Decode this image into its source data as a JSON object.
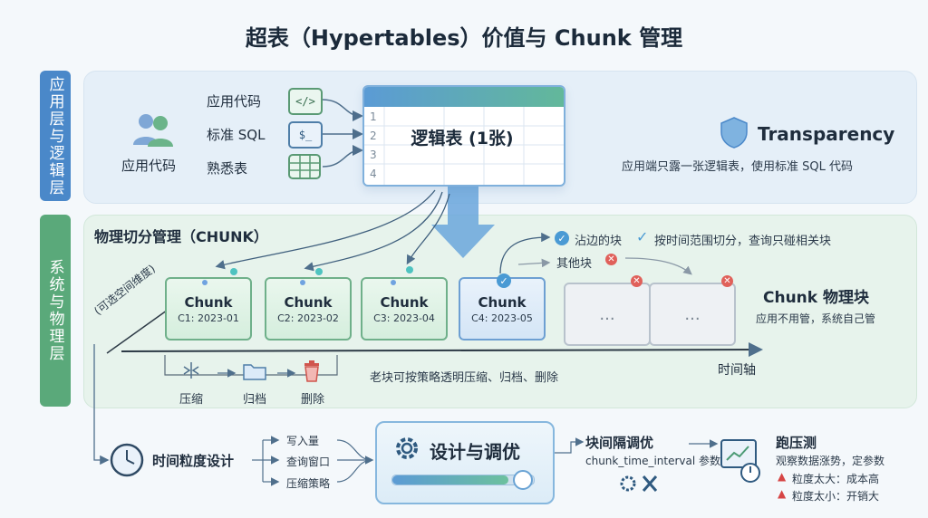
{
  "title": "超表（Hypertables）价值与 Chunk 管理",
  "side_tabs": {
    "top": "应用层与逻辑层",
    "middle": "系统与物理层"
  },
  "app_layer": {
    "user_label": "应用代码",
    "sources": [
      {
        "label": "应用代码",
        "icon": "</>"
      },
      {
        "label": "标准 SQL",
        "icon": "$_"
      },
      {
        "label": "熟悉表",
        "icon": ""
      }
    ],
    "logical_table_title": "逻辑表 (1张)",
    "row_numbers": [
      "1",
      "2",
      "3",
      "4"
    ],
    "transparency_title": "Transparency",
    "transparency_desc": "应用端只露一张逻辑表，使用标准 SQL 代码"
  },
  "physical": {
    "section_title": "物理切分管理（CHUNK）",
    "optional_dimension": "(可选空间维度)",
    "chunks": [
      {
        "name": "Chunk",
        "label": "C1: 2023-01"
      },
      {
        "name": "Chunk",
        "label": "C2: 2023-02"
      },
      {
        "name": "Chunk",
        "label": "C3: 2023-04"
      },
      {
        "name": "Chunk",
        "label": "C4: 2023-05"
      }
    ],
    "placeholder_chunk": "...",
    "legend_hit": "沾边的块",
    "legend_hit_desc": "按时间范围切分，查询只碰相关块",
    "legend_other": "其他块",
    "chunk_title": "Chunk 物理块",
    "chunk_desc": "应用不用管，系统自己管",
    "time_axis": "时间轴",
    "old_chunk_note": "老块可按策略透明压缩、归档、删除",
    "actions": [
      "压缩",
      "归档",
      "删除"
    ]
  },
  "design": {
    "granularity_title": "时间粒度设计",
    "factors": [
      "写入量",
      "查询窗口",
      "压缩策略"
    ],
    "center_title": "设计与调优",
    "interval_title": "块间隔调优",
    "interval_param": "chunk_time_interval 参数",
    "bench_title": "跑压测",
    "bench_desc": "观察数据涨势，定参数",
    "warnings": [
      "粒度太大：成本高",
      "粒度太小：开销大"
    ]
  },
  "colors": {
    "blue": "#4a88c9",
    "green": "#5aa97a",
    "warning": "#e0605a"
  }
}
